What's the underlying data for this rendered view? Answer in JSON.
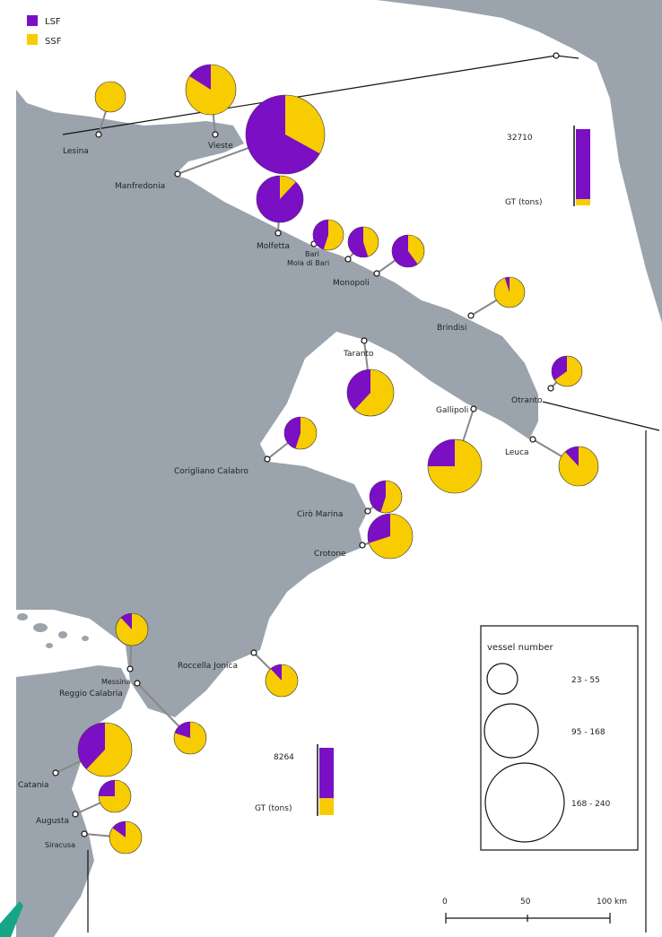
{
  "legend": {
    "items": [
      {
        "label": "LSF",
        "color": "#7a0fc4"
      },
      {
        "label": "SSF",
        "color": "#f7cc00"
      }
    ]
  },
  "colors": {
    "sea": "#ffffff",
    "land": "#9ba4ad",
    "lsf": "#7a0fc4",
    "ssf": "#f7cc00"
  },
  "ports": [
    {
      "name": "Lesina",
      "lsf_share": 0.0
    },
    {
      "name": "Vieste",
      "lsf_share": 0.16
    },
    {
      "name": "Manfredonia",
      "lsf_share": 0.67
    },
    {
      "name": "Molfetta",
      "lsf_share": 0.88
    },
    {
      "name": "Bari",
      "lsf_share": 0.45
    },
    {
      "name": "Mola di Bari",
      "lsf_share": 0.55
    },
    {
      "name": "Monopoli",
      "lsf_share": 0.6
    },
    {
      "name": "Brindisi",
      "lsf_share": 0.05
    },
    {
      "name": "Taranto",
      "lsf_share": 0.38
    },
    {
      "name": "Otranto",
      "lsf_share": 0.35
    },
    {
      "name": "Gallipoli",
      "lsf_share": 0.25
    },
    {
      "name": "Leuca",
      "lsf_share": 0.12
    },
    {
      "name": "Corigliano Calabro",
      "lsf_share": 0.45
    },
    {
      "name": "Cirò Marina",
      "lsf_share": 0.45
    },
    {
      "name": "Crotone",
      "lsf_share": 0.3
    },
    {
      "name": "Roccella Jonica",
      "lsf_share": 0.12
    },
    {
      "name": "Messina",
      "lsf_share": 0.12
    },
    {
      "name": "Reggio Calabria",
      "lsf_share": 0.2
    },
    {
      "name": "Catania",
      "lsf_share": 0.38
    },
    {
      "name": "Augusta",
      "lsf_share": 0.25
    },
    {
      "name": "Siracusa",
      "lsf_share": 0.15
    }
  ],
  "bar_adriatic": {
    "value_label": "32710",
    "gt_label": "GT (tons)",
    "lsf_fraction": 0.92
  },
  "bar_ionian": {
    "value_label": "8264",
    "gt_label": "GT (tons)",
    "lsf_fraction": 0.75
  },
  "size_legend": {
    "title": "vessel number",
    "classes": [
      "23 - 55",
      "95 - 168",
      "168 - 240"
    ]
  },
  "scale_bar": {
    "labels": [
      "0",
      "50",
      "100 km"
    ]
  }
}
